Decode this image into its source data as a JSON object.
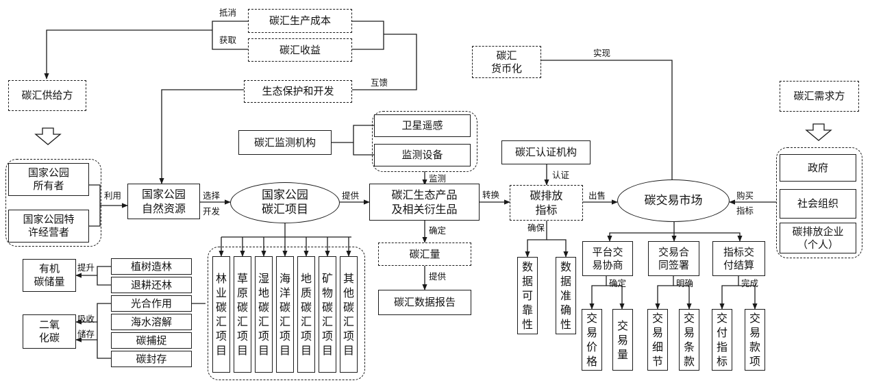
{
  "nodes": {
    "cost": "碳汇生产成本",
    "income": "碳汇收益",
    "currency": "碳汇\n货币化",
    "supplier": "碳汇供给方",
    "demander": "碳汇需求方",
    "eco_protect": "生态保护和开发",
    "monitor_org": "碳汇监测机构",
    "satellite": "卫星遥感",
    "monitor_equip": "监测设备",
    "cert_org": "碳汇认证机构",
    "owner": "国家公园\n所有者",
    "operator": "国家公园特\n许经营者",
    "resources": "国家公园\n自然资源",
    "project": "国家公园\n碳汇项目",
    "products": "碳汇生态产品\n及相关衍生品",
    "emission_index": "碳排放\n指标",
    "market": "碳交易市场",
    "government": "政府",
    "social_org": "社会组织",
    "enterprise": "碳排放企业\n（个人）",
    "organic": "有机\n碳储量",
    "co2": "二氧\n化碳",
    "afforest": "植树造林",
    "farm_forest": "退耕还林",
    "photosyn": "光合作用",
    "seawater": "海水溶解",
    "capture": "碳捕捉",
    "storage": "碳封存",
    "sink_amount": "碳汇量",
    "data_report": "碳汇数据报告",
    "data_reliable": "数\n据\n可\n靠\n性",
    "data_accurate": "数\n据\n准\n确\n性",
    "platform": "平台交\n易协商",
    "contract": "交易合\n同签署",
    "settlement": "指标交\n付结算",
    "price": "交\n易\n价\n格",
    "volume": "交\n易\n量",
    "detail": "交\n易\n细\n节",
    "terms": "交\n易\n条\n款",
    "deliver_index": "交\n付\n指\n标",
    "payment": "交\n易\n款\n项"
  },
  "project_types": [
    "林\n业\n碳\n汇\n项\n目",
    "草\n原\n碳\n汇\n项\n目",
    "湿\n地\n碳\n汇\n项\n目",
    "海\n洋\n碳\n汇\n项\n目",
    "地\n质\n碳\n汇\n项\n目",
    "矿\n物\n碳\n汇\n项\n目",
    "其\n他\n碳\n汇\n项\n目"
  ],
  "edge_labels": {
    "offset": "抵消",
    "obtain": "获取",
    "feedback": "互馈",
    "realize": "实现",
    "use": "利用",
    "select": "选择",
    "develop": "开发",
    "provide1": "提供",
    "monitor": "监测",
    "convert": "转换",
    "certify": "认证",
    "sell": "出售",
    "purchase": "购买",
    "index": "指标",
    "ensure": "确保",
    "determine1": "确定",
    "provide2": "提供",
    "determine2": "确定",
    "clarify": "明确",
    "complete": "完成",
    "raise": "提升",
    "absorb": "吸收",
    "store": "储存"
  }
}
